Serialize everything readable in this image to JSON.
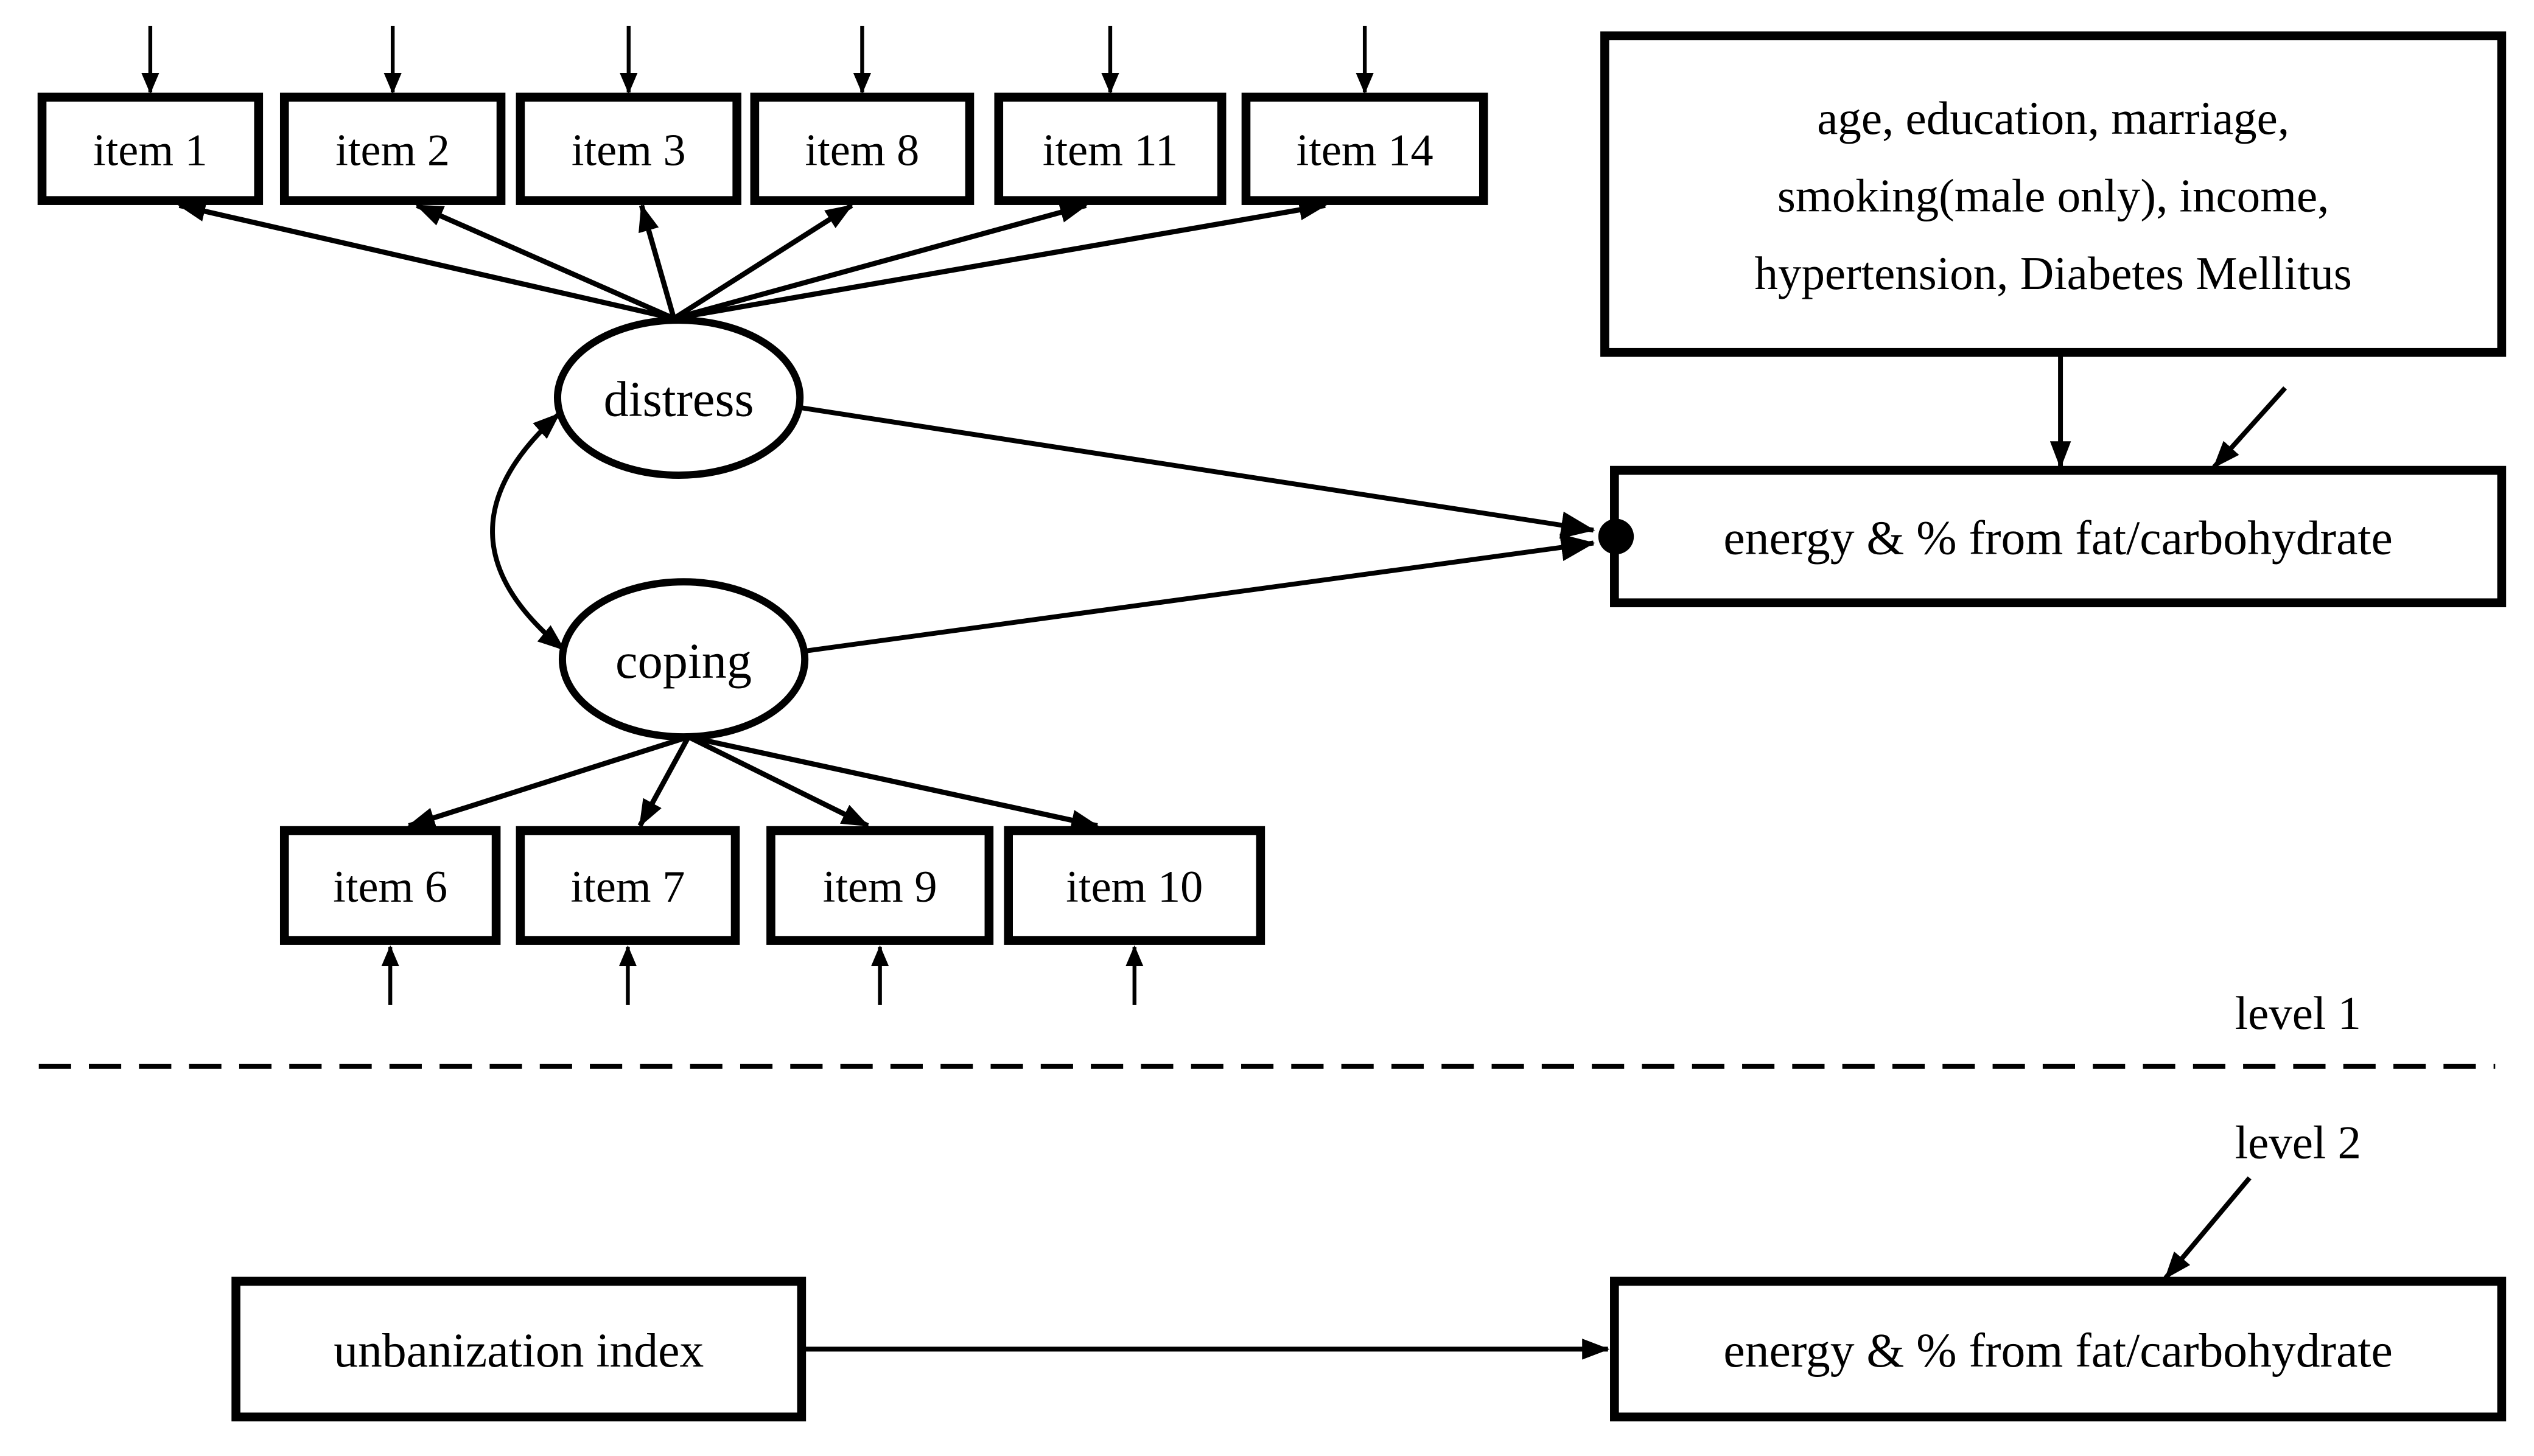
{
  "colors": {
    "ink": "#000000",
    "background": "#ffffff"
  },
  "level1": {
    "label": "level 1",
    "top_indicators": [
      "item 1",
      "item 2",
      "item 3",
      "item 8",
      "item 11",
      "item 14"
    ],
    "bottom_indicators": [
      "item 6",
      "item 7",
      "item 9",
      "item 10"
    ],
    "latent_distress": "distress",
    "latent_coping": "coping",
    "covariates_line1": "age, education, marriage,",
    "covariates_line2": "smoking(male only), income,",
    "covariates_line3": "hypertension, Diabetes Mellitus",
    "outcome": "energy & % from fat/carbohydrate"
  },
  "level2": {
    "label": "level 2",
    "predictor": "unbanization index",
    "outcome": "energy & % from fat/carbohydrate"
  }
}
